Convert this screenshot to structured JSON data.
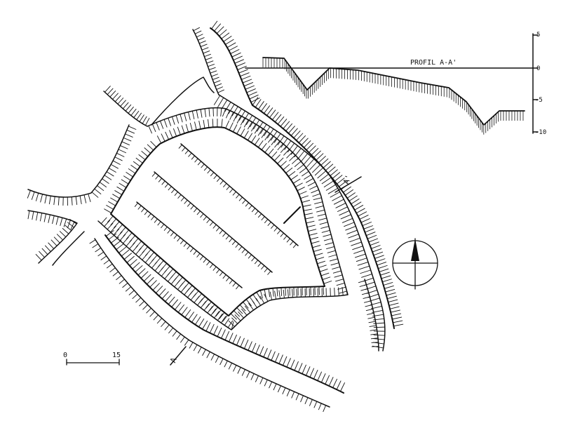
{
  "profile": {
    "title": "PROFIL A-A'",
    "scale_ticks": [
      "5",
      "0",
      "-5",
      "-10"
    ]
  },
  "section_labels": {
    "a": "A",
    "a_prime": "A'"
  },
  "scale_bar": {
    "start": "0",
    "end": "15"
  },
  "north_arrow_icon": "north-arrow-icon",
  "colors": {
    "ink": "#111111",
    "paper": "#ffffff"
  }
}
